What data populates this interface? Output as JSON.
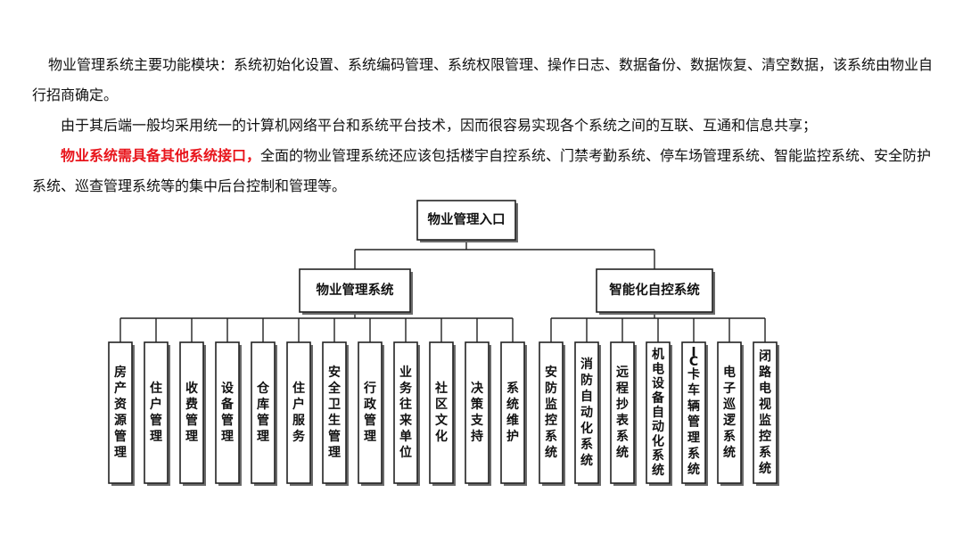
{
  "text": {
    "p1": "物业管理系统主要功能模块：系统初始化设置、系统编码管理、系统权限管理、操作日志、数据备份、数据恢复、清空数据，该系统由物业自行招商确定。",
    "p2": "由于其后端一般均采用统一的计算机网络平台和系统平台技术，因而很容易实现各个系统之间的互联、互通和信息共享；",
    "p3_highlight": "物业系统需具备其他系统接口，",
    "p3_rest": "全面的物业管理系统还应该包括楼宇自控系统、门禁考勤系统、停车场管理系统、智能监控系统、安全防护系统、巡查管理系统等的集中后台控制和管理等。"
  },
  "colors": {
    "highlight": "#e8141b",
    "line": "#222222",
    "shadow": "#6b6b6b"
  },
  "diagram": {
    "root": "物业管理入口",
    "branches": [
      {
        "label": "物业管理系统",
        "children": [
          "房产资源管理",
          "住户管理",
          "收费管理",
          "设备管理",
          "仓库管理",
          "住户服务",
          "安全卫生管理",
          "行政管理",
          "业务往来单位",
          "社区文化",
          "决策支持",
          "系统维护"
        ]
      },
      {
        "label": "智能化自控系统",
        "children": [
          "安防监控系统",
          "消防自动化系统",
          "远程抄表系统",
          "机电设备自动化系统",
          "IC卡车辆管理系统",
          "电子巡逻系统",
          "闭路电视监控系统"
        ]
      }
    ]
  }
}
